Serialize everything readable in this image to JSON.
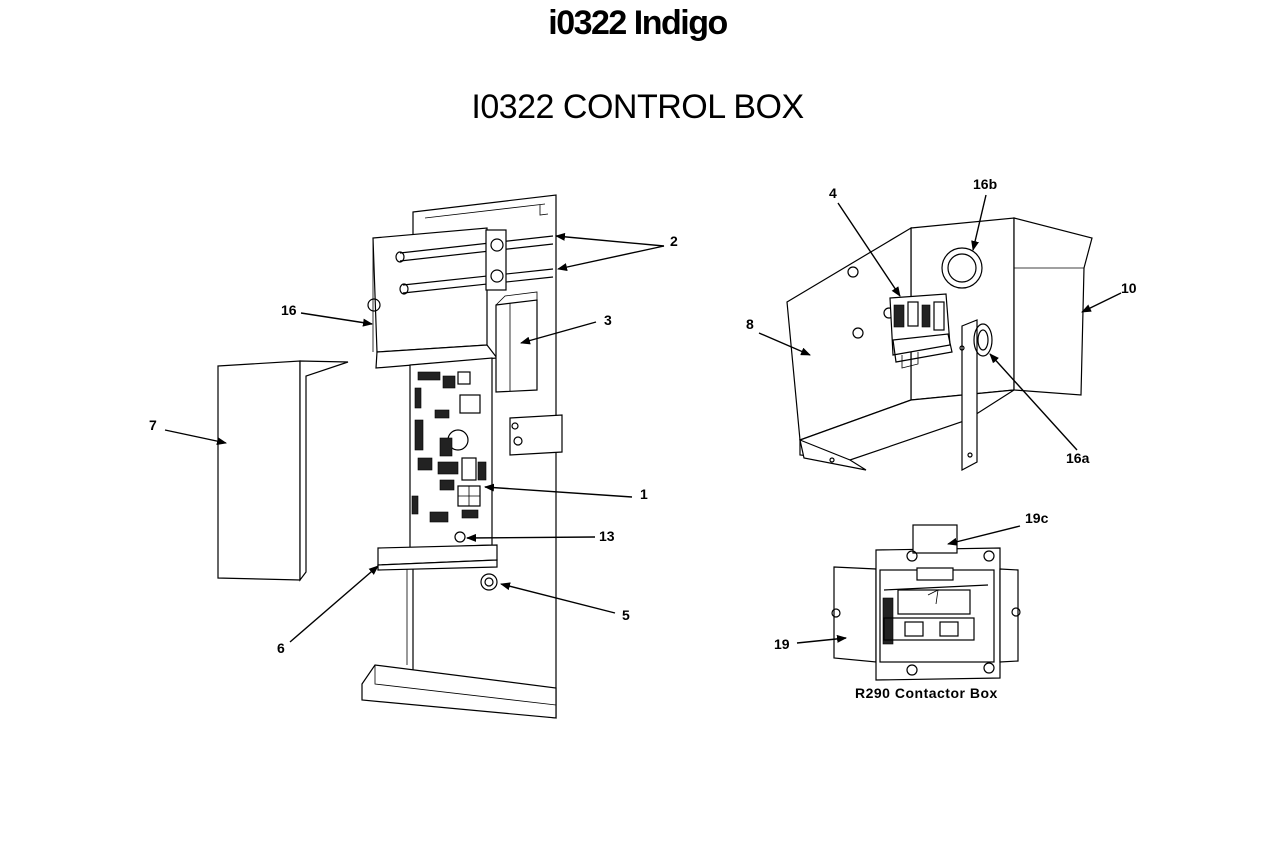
{
  "header": {
    "title": "i0322 Indigo",
    "subtitle": "I0322 CONTROL BOX"
  },
  "callouts": {
    "c1": "1",
    "c2": "2",
    "c3": "3",
    "c4": "4",
    "c5": "5",
    "c6": "6",
    "c7": "7",
    "c8": "8",
    "c10": "10",
    "c13": "13",
    "c16": "16",
    "c16a": "16a",
    "c16b": "16b",
    "c19": "19",
    "c19c": "19c"
  },
  "captions": {
    "contactor_box": "R290 Contactor Box"
  }
}
